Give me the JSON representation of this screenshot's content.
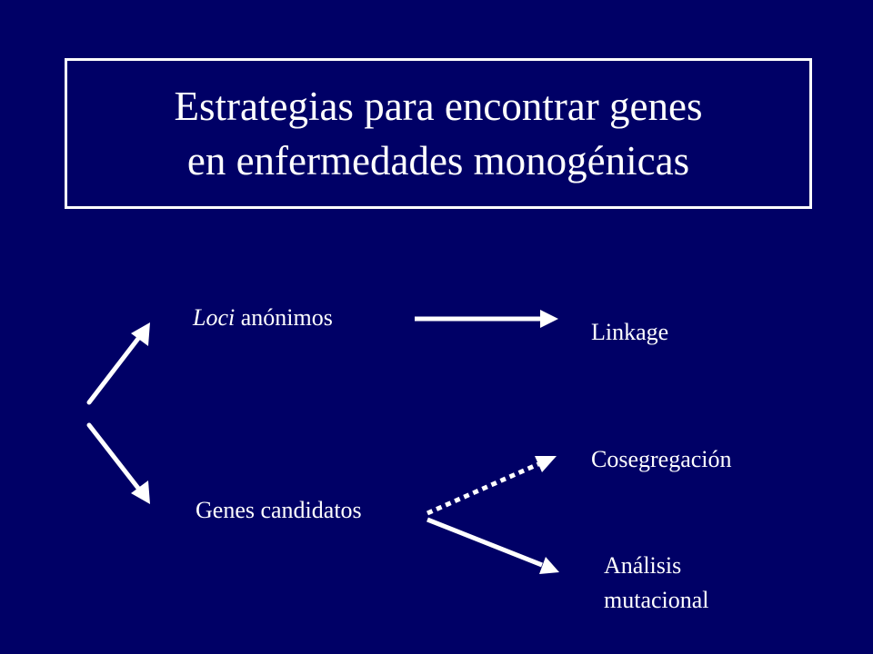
{
  "slide": {
    "title_line1": "Estrategias para encontrar genes",
    "title_line2": "en enfermedades monogénicas",
    "loci_italic": "Loci",
    "loci_rest": " anónimos",
    "genes_candidatos": "Genes candidatos",
    "linkage": "Linkage",
    "cosegregacion": "Cosegregación",
    "analisis_line1": "Análisis",
    "analisis_line2": "mutacional"
  },
  "colors": {
    "background": "#000066",
    "foreground": "#ffffff"
  }
}
